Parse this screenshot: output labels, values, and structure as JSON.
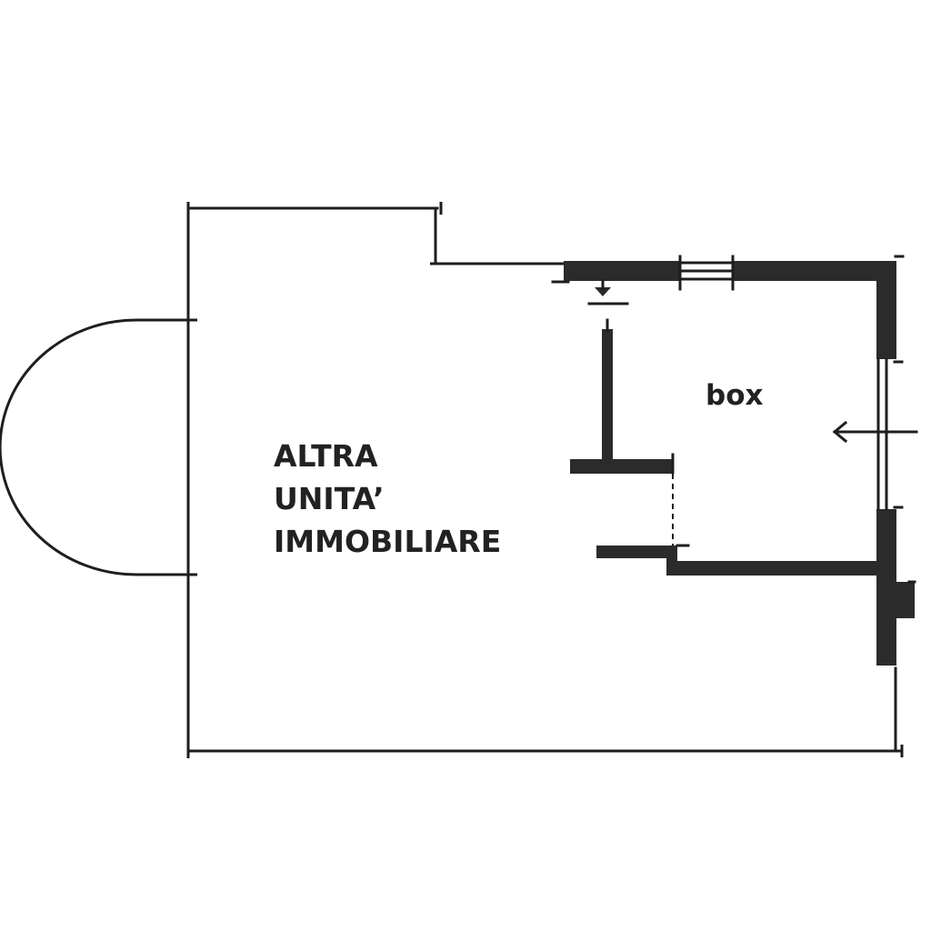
{
  "plan": {
    "other_unit_label": [
      "ALTRA",
      "UNITA’",
      "IMMOBILIARE"
    ],
    "box_label": "box"
  },
  "colors": {
    "line": "#1e1e1e",
    "wall": "#2b2b2b",
    "background": "#ffffff"
  },
  "icons": {
    "entrance": "arrow-left-icon"
  }
}
